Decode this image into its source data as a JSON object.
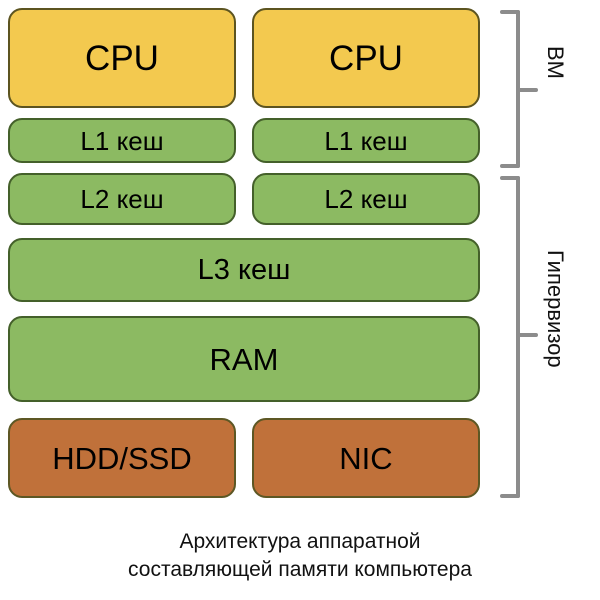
{
  "diagram": {
    "rows": [
      {
        "id": "cpu",
        "kind": "cpu",
        "span": "half",
        "left_label": "CPU",
        "right_label": "CPU"
      },
      {
        "id": "l1",
        "kind": "mem",
        "span": "half",
        "left_label": "L1 кеш",
        "right_label": "L1 кеш"
      },
      {
        "id": "l2",
        "kind": "mem",
        "span": "half",
        "left_label": "L2 кеш",
        "right_label": "L2 кеш"
      },
      {
        "id": "l3",
        "kind": "mem",
        "span": "full",
        "label": "L3 кеш"
      },
      {
        "id": "ram",
        "kind": "mem",
        "span": "full",
        "label": "RAM"
      },
      {
        "id": "io",
        "kind": "io",
        "span": "half",
        "left_label": "HDD/SSD",
        "right_label": "NIC"
      }
    ],
    "brackets": [
      {
        "id": "vm",
        "label": "ВМ"
      },
      {
        "id": "hyp",
        "label": "Гипервизор"
      }
    ],
    "caption": {
      "line1": "Архитектура аппаратной",
      "line2": "составляющей памяти компьютера"
    },
    "colors": {
      "cpu_fill": "#F3C94F",
      "cpu_stroke": "#5c5420",
      "memory_fill": "#8CBA62",
      "memory_stroke": "#44602a",
      "io_fill": "#C0713A",
      "io_stroke": "#5d5724",
      "bracket": "#8c8c8c",
      "text": "#000000",
      "background": "#ffffff"
    }
  }
}
